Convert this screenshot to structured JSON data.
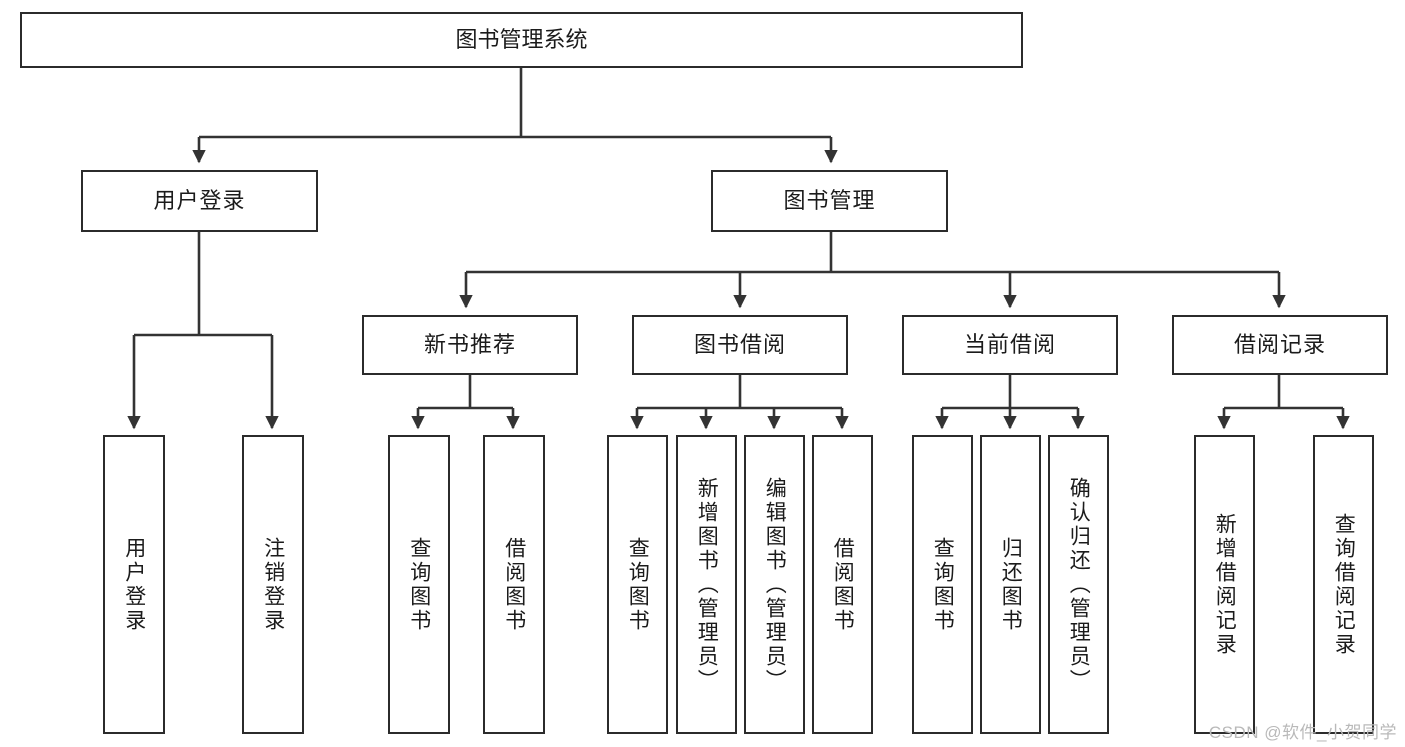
{
  "diagram": {
    "title": "图书管理系统",
    "type": "tree",
    "watermark": "CSDN @软件_小贺同学",
    "colors": {
      "box_border": "#2b2b2b",
      "box_fill": "#ffffff",
      "connector": "#333333",
      "text": "#1b1b1b",
      "watermark": "#b9b9b9",
      "background": "#ffffff"
    },
    "root": {
      "label": "图书管理系统"
    },
    "level1": [
      {
        "id": "user-login",
        "label": "用户登录"
      },
      {
        "id": "book-manage",
        "label": "图书管理"
      }
    ],
    "level2": [
      {
        "id": "new-book-recommend",
        "label": "新书推荐",
        "parent": "book-manage"
      },
      {
        "id": "book-borrow",
        "label": "图书借阅",
        "parent": "book-manage"
      },
      {
        "id": "current-borrow",
        "label": "当前借阅",
        "parent": "book-manage"
      },
      {
        "id": "borrow-record",
        "label": "借阅记录",
        "parent": "book-manage"
      }
    ],
    "leaves": [
      {
        "id": "leaf-user-login",
        "label": "用户登录",
        "parent": "user-login"
      },
      {
        "id": "leaf-user-logout",
        "label": "注销登录",
        "parent": "user-login"
      },
      {
        "id": "leaf-query-book-1",
        "label": "查询图书",
        "parent": "new-book-recommend"
      },
      {
        "id": "leaf-borrow-book-1",
        "label": "借阅图书",
        "parent": "new-book-recommend"
      },
      {
        "id": "leaf-query-book-2",
        "label": "查询图书",
        "parent": "book-borrow"
      },
      {
        "id": "leaf-add-book",
        "label": "新增图书（管理员）",
        "parent": "book-borrow"
      },
      {
        "id": "leaf-edit-book",
        "label": "编辑图书（管理员）",
        "parent": "book-borrow"
      },
      {
        "id": "leaf-borrow-book-2",
        "label": "借阅图书",
        "parent": "book-borrow"
      },
      {
        "id": "leaf-query-book-3",
        "label": "查询图书",
        "parent": "current-borrow"
      },
      {
        "id": "leaf-return-book",
        "label": "归还图书",
        "parent": "current-borrow"
      },
      {
        "id": "leaf-confirm-return",
        "label": "确认归还（管理员）",
        "parent": "current-borrow"
      },
      {
        "id": "leaf-add-borrow-record",
        "label": "新增借阅记录",
        "parent": "borrow-record"
      },
      {
        "id": "leaf-query-borrow-record",
        "label": "查询借阅记录",
        "parent": "borrow-record"
      }
    ]
  }
}
